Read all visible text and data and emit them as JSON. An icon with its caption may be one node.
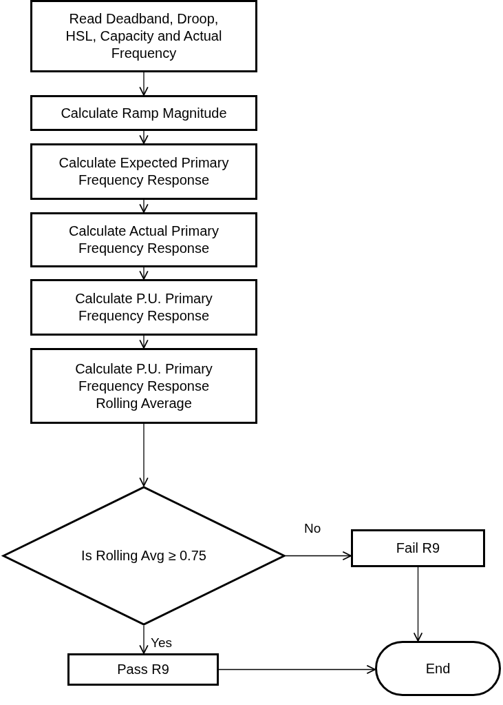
{
  "diagram": {
    "nodes": [
      {
        "text": [
          "Read Deadband, Droop, HSL, Capacity and Actual Frequency"
        ]
      },
      {
        "text": [
          "Calculate Ramp Magnitude"
        ]
      },
      {
        "text": [
          "Calculate Expected Primary Frequency Response"
        ]
      },
      {
        "text": [
          "Calculate Actual Primary Frequency Response"
        ]
      },
      {
        "text": [
          "Calculate P.U. Primary Frequency Response"
        ]
      },
      {
        "text": [
          "Calculate P.U. Primary Frequency Response Rolling Average"
        ]
      },
      {
        "text": [
          "Is Rolling Avg ≥ 0.75"
        ]
      },
      {
        "text": [
          "Fail R9"
        ]
      },
      {
        "text": [
          "Pass R9"
        ]
      },
      {
        "text": [
          "End"
        ]
      }
    ],
    "edges": [
      {
        "from": 0,
        "to": 1,
        "arrow": "to"
      },
      {
        "from": 1,
        "to": 2,
        "arrow": "to"
      },
      {
        "from": 2,
        "to": 3,
        "arrow": "to"
      },
      {
        "from": 3,
        "to": 4,
        "arrow": "to"
      },
      {
        "from": 4,
        "to": 5,
        "arrow": "to"
      },
      {
        "from": 5,
        "to": 6,
        "arrow": "to"
      },
      {
        "from": 6,
        "to": 7,
        "arrow": "to",
        "label": "No"
      },
      {
        "from": 6,
        "to": 8,
        "arrow": "to",
        "label": "Yes"
      },
      {
        "from": 7,
        "to": 9,
        "arrow": "to"
      },
      {
        "from": 8,
        "to": 9,
        "arrow": "to"
      }
    ]
  }
}
